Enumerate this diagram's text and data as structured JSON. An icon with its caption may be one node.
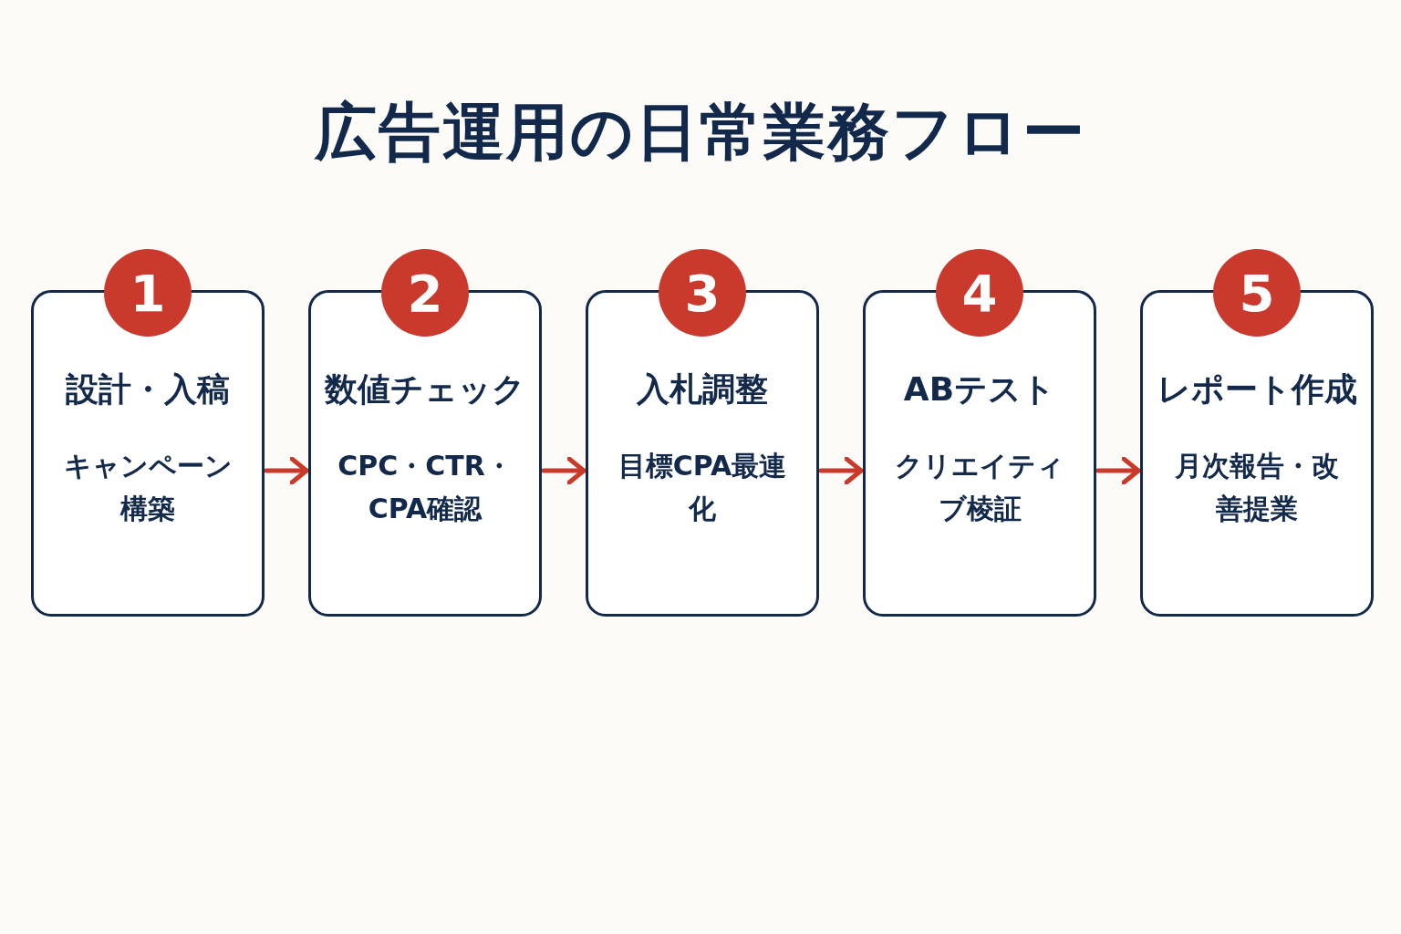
{
  "diagram": {
    "title": "広告運用の日常業務フロー",
    "nodes": [
      {
        "text": [
          "1",
          "設計・入稿",
          "キャンペーン構築"
        ]
      },
      {
        "text": [
          "2",
          "数値チェック",
          "CPC・CTR・CPA確認"
        ]
      },
      {
        "text": [
          "3",
          "入札調整",
          "目標CPA最連化"
        ]
      },
      {
        "text": [
          "4",
          "ABテスト",
          "クリエイティブ棱証"
        ]
      },
      {
        "text": [
          "5",
          "レポート作成",
          "月次報告・改善提業"
        ]
      }
    ],
    "edges": [
      {
        "from": 0,
        "to": 1,
        "arrow": "to"
      },
      {
        "from": 1,
        "to": 2,
        "arrow": "to"
      },
      {
        "from": 2,
        "to": 3,
        "arrow": "to"
      },
      {
        "from": 3,
        "to": 4,
        "arrow": "to"
      }
    ]
  }
}
